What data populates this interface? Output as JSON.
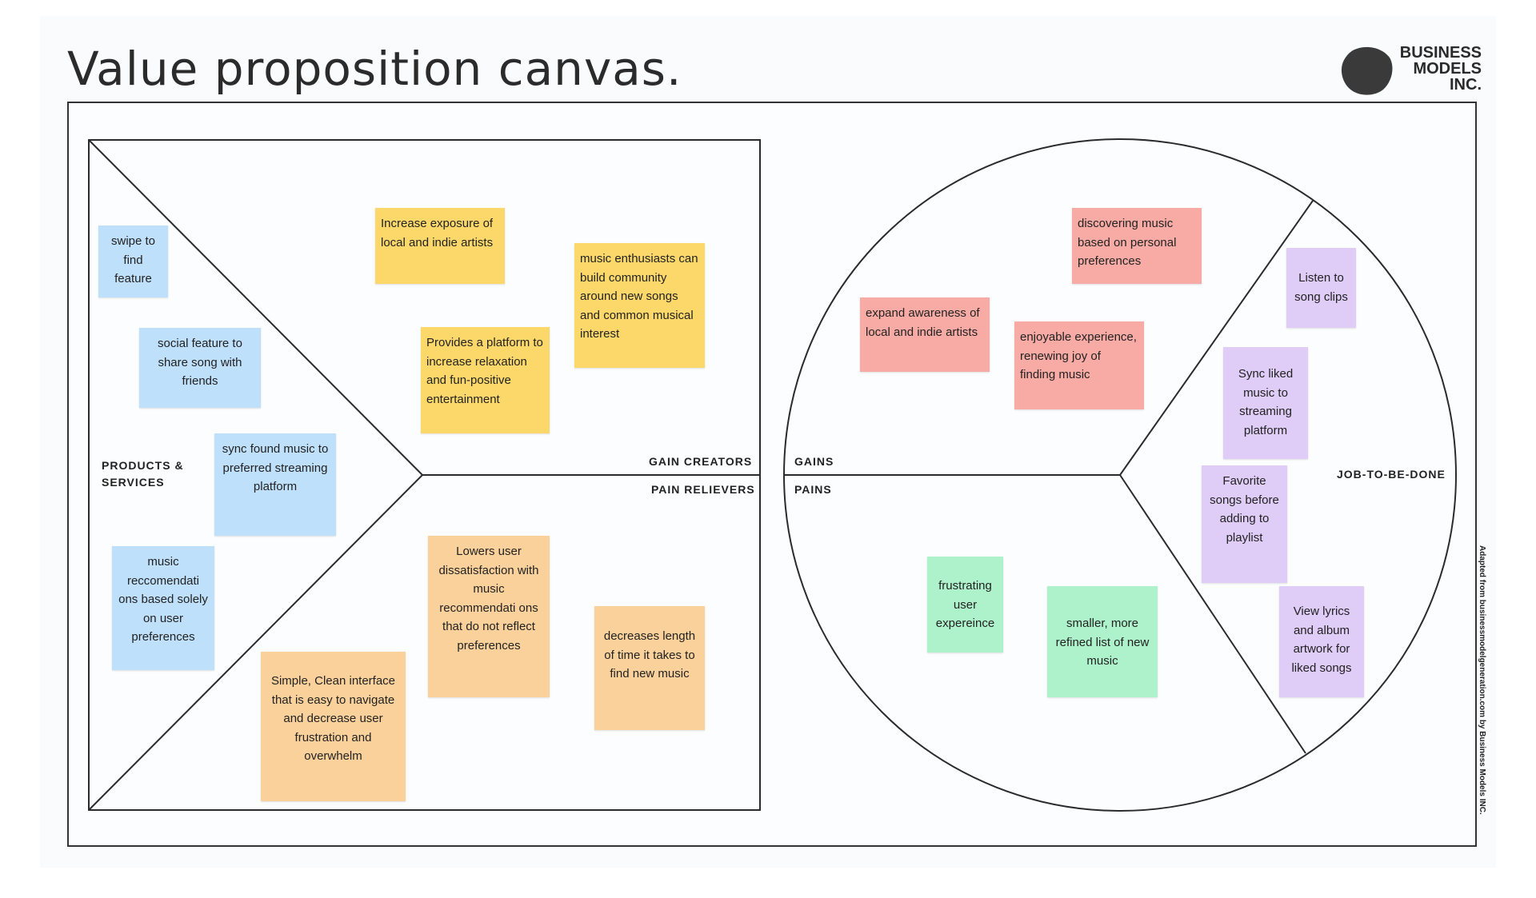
{
  "title": "Value proposition canvas.",
  "logo": {
    "line1": "BUSINESS",
    "line2": "MODELS",
    "line3": "INC."
  },
  "credit": "Adapted from businessmodelgeneration.com by Business Models INC.",
  "labels": {
    "products_services_1": "PRODUCTS &",
    "products_services_2": "SERVICES",
    "gain_creators": "GAIN CREATORS",
    "pain_relievers": "PAIN RELIEVERS",
    "gains": "GAINS",
    "pains": "PAINS",
    "job_to_be_done": "JOB-TO-BE-DONE"
  },
  "colors": {
    "products": "#bfe0fb",
    "gain_creators": "#fcd86a",
    "pain_relievers": "#fad19a",
    "gains": "#f8aba4",
    "jobs": "#dfccf7",
    "pains": "#aef2cb"
  },
  "notes": {
    "products": [
      "swipe to find feature",
      "social feature to share song with friends",
      "sync found music to  preferred streaming platform",
      "music reccomendati ons based solely on user preferences"
    ],
    "gain_creators": [
      "Increase exposure of local and indie artists",
      "music enthusiasts can build community around new songs and common musical interest",
      "Provides a platform to increase relaxation and fun-positive entertainment"
    ],
    "pain_relievers": [
      "Lowers user dissatisfaction with music recommendati ons that do not reflect preferences",
      "decreases length of time it takes to find new music",
      "Simple, Clean interface that is easy to navigate and decrease user frustration and overwhelm"
    ],
    "gains": [
      "discovering music based on personal preferences",
      "expand awareness of local and indie artists",
      "enjoyable experience, renewing joy of finding music"
    ],
    "jobs": [
      "Listen to song clips",
      "Sync liked music to streaming platform",
      "Favorite songs before adding to playlist",
      "View lyrics and album artwork for liked songs"
    ],
    "pains": [
      "frustrating user expereince",
      "smaller, more refined list of new music"
    ]
  }
}
